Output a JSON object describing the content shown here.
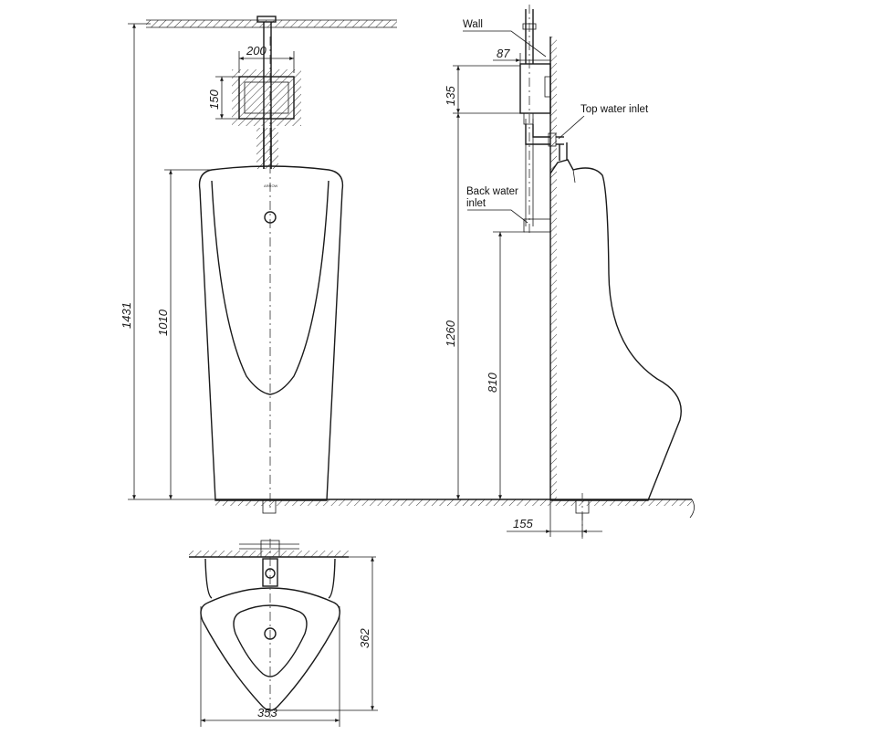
{
  "labels": {
    "wall": "Wall",
    "top_inlet": "Top water inlet",
    "back_inlet_1": "Back water",
    "back_inlet_2": "inlet",
    "brand": "ARROW"
  },
  "dimensions": {
    "total_height": "1431",
    "body_height": "1010",
    "box_width": "200",
    "box_height": "150",
    "side_box_depth": "87",
    "side_box_height": "135",
    "top_inlet_height": "1260",
    "back_inlet_height": "810",
    "drain_offset": "155",
    "plan_depth": "362",
    "plan_width": "353"
  }
}
